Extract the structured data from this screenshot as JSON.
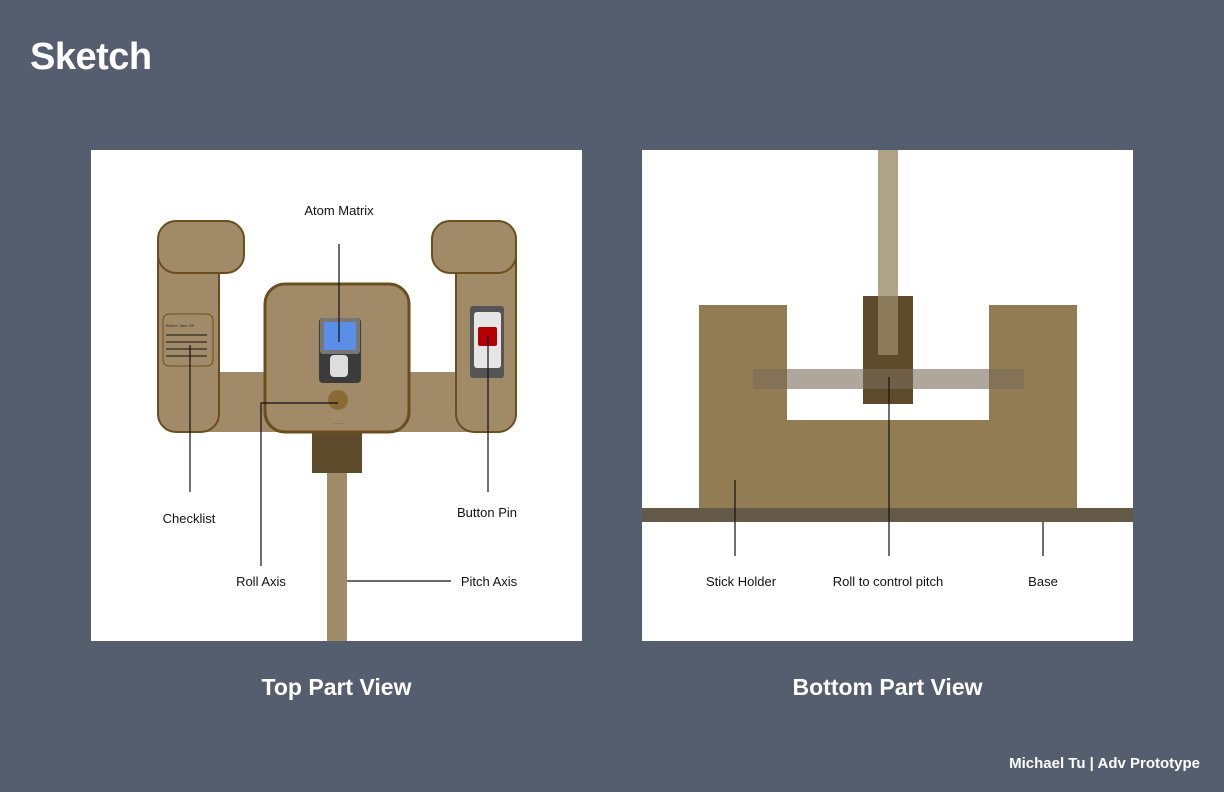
{
  "header": {
    "title": "Sketch"
  },
  "top_view": {
    "caption": "Top Part View",
    "labels": {
      "atom_matrix": "Atom Matrix",
      "checklist": "Checklist",
      "button_pin": "Button Pin",
      "roll_axis": "Roll Axis",
      "pitch_axis": "Pitch Axis"
    },
    "checklist_title": "Before Take Off"
  },
  "bottom_view": {
    "caption": "Bottom Part View",
    "labels": {
      "stick_holder": "Stick Holder",
      "roll_to_control_pitch": "Roll to control pitch",
      "base": "Base"
    }
  },
  "footer": {
    "credit": "Michael Tu | Adv Prototype"
  },
  "colors": {
    "background": "#555e6f",
    "yoke": "#a08a68",
    "yoke_outline": "#6b4e1e",
    "holder": "#917c54",
    "collar": "#5e4b2c",
    "base": "#635a48",
    "screen": "#5b8ee6",
    "button": "#b30000"
  }
}
